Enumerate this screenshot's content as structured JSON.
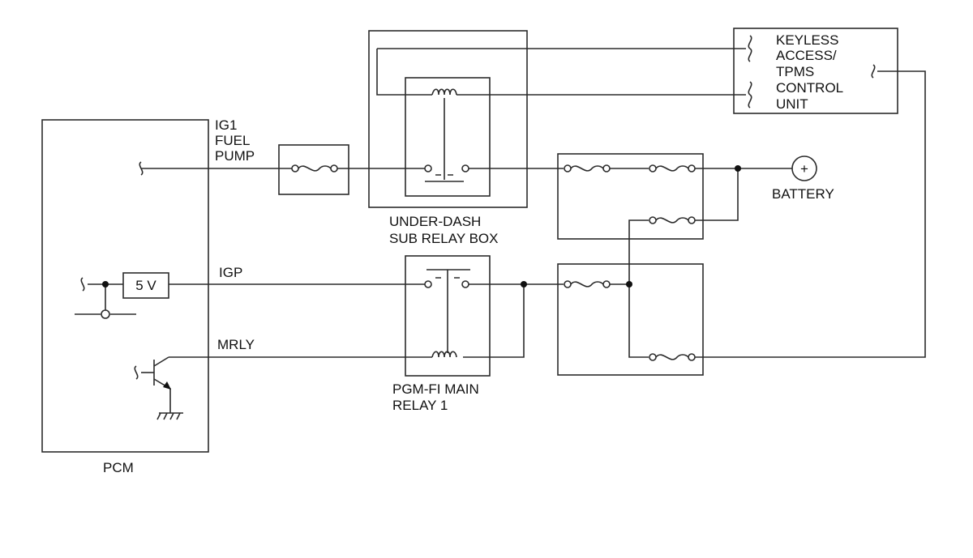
{
  "labels": {
    "keyless": [
      "KEYLESS",
      "ACCESS/",
      "TPMS",
      "CONTROL",
      "UNIT"
    ],
    "ig1": [
      "IG1",
      "FUEL",
      "PUMP"
    ],
    "battery": "BATTERY",
    "battery_symbol": "+",
    "under_dash": [
      "UNDER-DASH",
      "SUB RELAY BOX"
    ],
    "igp": "IGP",
    "five_v": "5 V",
    "mrly": "MRLY",
    "pgm_fi": [
      "PGM-FI MAIN",
      "RELAY 1"
    ],
    "pcm": "PCM"
  }
}
